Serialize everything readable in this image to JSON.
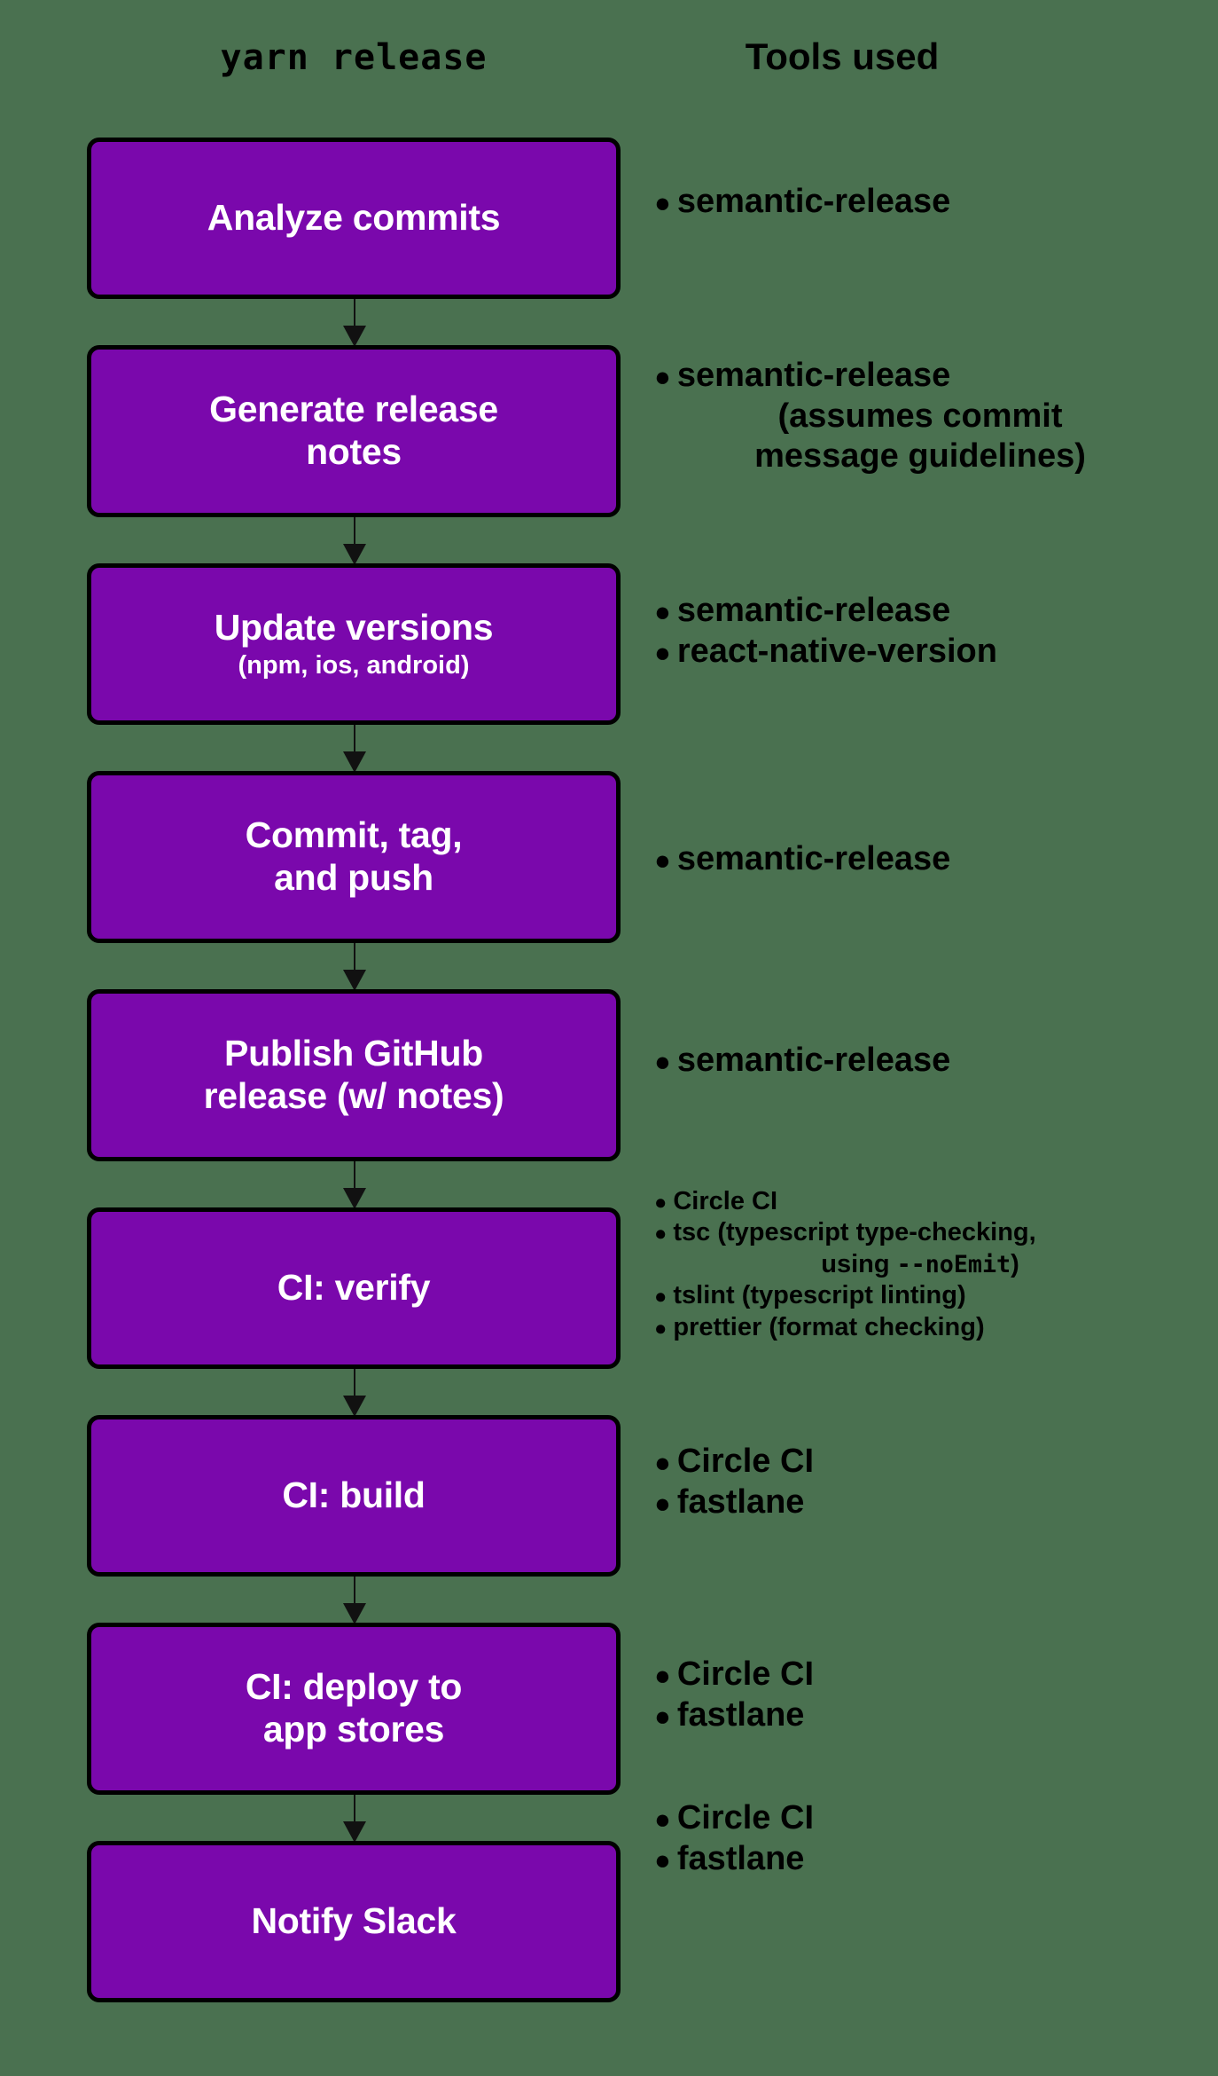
{
  "background_color": "#4a7150",
  "node_fill_color": "#7a08ac",
  "node_border_color": "#000000",
  "node_text_color": "#ffffff",
  "tools_text_color": "#000000",
  "headers": {
    "left": "yarn release",
    "right": "Tools used"
  },
  "bullet": "●",
  "steps": [
    {
      "title": "Analyze commits",
      "subtitle": "",
      "tools": [
        {
          "text": "semantic-release",
          "continuation": ""
        }
      ]
    },
    {
      "title": "Generate release\nnotes",
      "subtitle": "",
      "tools": [
        {
          "text": "semantic-release",
          "continuation": "(assumes commit\nmessage guidelines)"
        }
      ]
    },
    {
      "title": "Update versions",
      "subtitle": "(npm, ios, android)",
      "tools": [
        {
          "text": "semantic-release",
          "continuation": ""
        },
        {
          "text": "react-native-version",
          "continuation": ""
        }
      ]
    },
    {
      "title": "Commit, tag,\nand push",
      "subtitle": "",
      "tools": [
        {
          "text": "semantic-release",
          "continuation": ""
        }
      ]
    },
    {
      "title": "Publish GitHub\nrelease (w/ notes)",
      "subtitle": "",
      "tools": [
        {
          "text": "semantic-release",
          "continuation": ""
        }
      ]
    },
    {
      "title": "CI: verify",
      "subtitle": "",
      "tools": [
        {
          "text": "Circle CI",
          "continuation": ""
        },
        {
          "text": "tsc (typescript type-checking,",
          "continuation": "using --noEmit)",
          "continuation_mono_part": "--noEmit"
        },
        {
          "text": "tslint (typescript linting)",
          "continuation": ""
        },
        {
          "text": "prettier (format checking)",
          "continuation": ""
        }
      ]
    },
    {
      "title": "CI: build",
      "subtitle": "",
      "tools": [
        {
          "text": "Circle CI",
          "continuation": ""
        },
        {
          "text": "fastlane",
          "continuation": ""
        }
      ]
    },
    {
      "title": "CI: deploy to\napp stores",
      "subtitle": "",
      "tools": [
        {
          "text": "Circle CI",
          "continuation": ""
        },
        {
          "text": "fastlane",
          "continuation": ""
        }
      ]
    },
    {
      "title": "Notify Slack",
      "subtitle": "",
      "tools": [
        {
          "text": "Circle CI",
          "continuation": ""
        },
        {
          "text": "fastlane",
          "continuation": ""
        }
      ]
    }
  ]
}
